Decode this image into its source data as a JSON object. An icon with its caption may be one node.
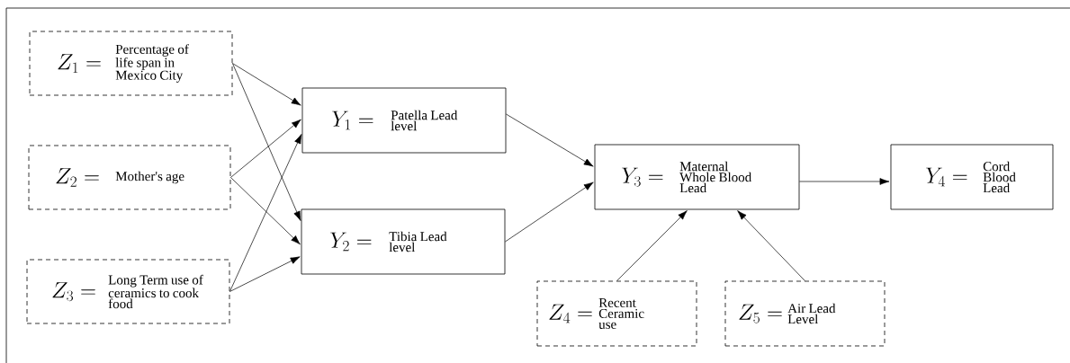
{
  "diagram": {
    "nodes": [
      {
        "text": [
          "Z_1 =",
          "Percentage of life span in Mexico City"
        ]
      },
      {
        "text": [
          "Z_2 =",
          "Mother's age"
        ]
      },
      {
        "text": [
          "Z_3 =",
          "Long Term use of ceramics to cook food"
        ]
      },
      {
        "text": [
          "Y_1 =",
          "Patella Lead level"
        ]
      },
      {
        "text": [
          "Y_2 =",
          "Tibia Lead level"
        ]
      },
      {
        "text": [
          "Y_3 =",
          "Maternal Whole Blood Lead"
        ]
      },
      {
        "text": [
          "Y_4 =",
          "Cord Blood Lead"
        ]
      },
      {
        "text": [
          "Z_4 =",
          "Recent Ceramic use"
        ]
      },
      {
        "text": [
          "Z_5 =",
          "Air Lead Level"
        ]
      }
    ],
    "edges": [
      {
        "from": 0,
        "to": 3,
        "arrow": "to"
      },
      {
        "from": 0,
        "to": 4,
        "arrow": "to"
      },
      {
        "from": 1,
        "to": 3,
        "arrow": "to"
      },
      {
        "from": 1,
        "to": 4,
        "arrow": "to"
      },
      {
        "from": 2,
        "to": 3,
        "arrow": "to"
      },
      {
        "from": 2,
        "to": 4,
        "arrow": "to"
      },
      {
        "from": 3,
        "to": 5,
        "arrow": "to"
      },
      {
        "from": 4,
        "to": 5,
        "arrow": "to"
      },
      {
        "from": 5,
        "to": 6,
        "arrow": "to"
      },
      {
        "from": 7,
        "to": 5,
        "arrow": "to"
      },
      {
        "from": 8,
        "to": 5,
        "arrow": "to"
      }
    ]
  }
}
